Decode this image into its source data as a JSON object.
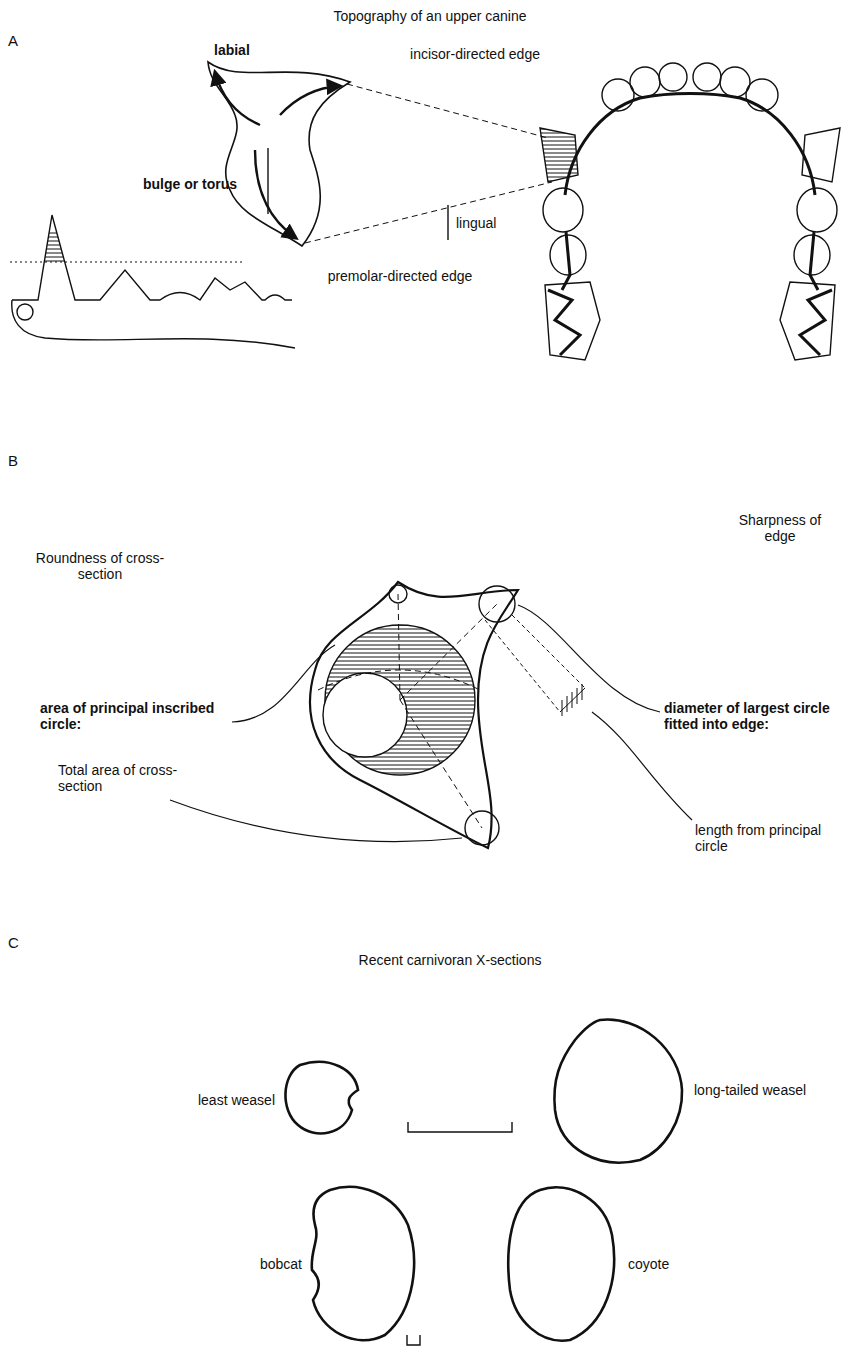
{
  "diagram": {
    "labels": [
      "A",
      "Topography of an upper canine",
      "labial",
      "incisor-directed edge",
      "bulge or torus",
      "lingual",
      "premolar-directed edge",
      "B",
      "Roundness of cross-section",
      "Sharpness of edge",
      "area of principal inscribed circle:",
      "diameter of largest circle fitted into edge:",
      "Total area of cross-section",
      "length from principal circle",
      "C",
      "Recent carnivoran X-sections",
      "least weasel",
      "long-tailed weasel",
      "bobcat",
      "coyote"
    ]
  }
}
